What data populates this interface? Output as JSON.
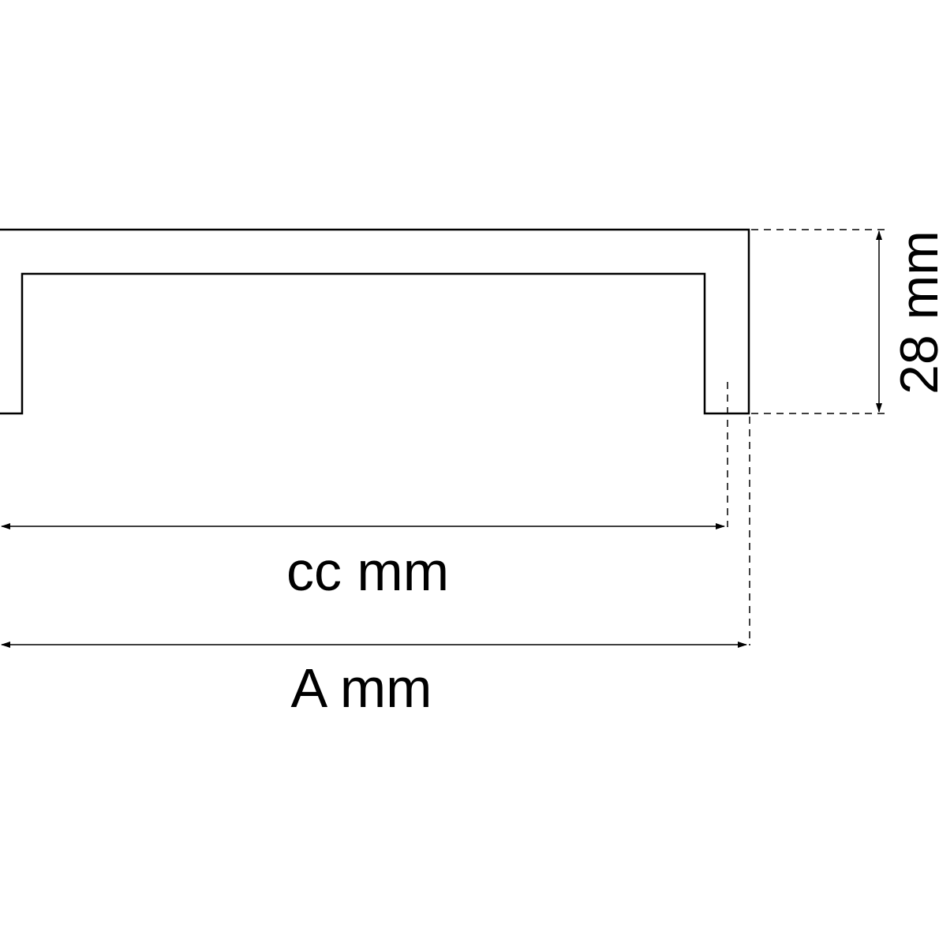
{
  "labels": {
    "height": "28 mm",
    "center_to_center": "cc mm",
    "overall_length": "A mm"
  },
  "colors": {
    "line": "#000000",
    "background": "#ffffff"
  }
}
